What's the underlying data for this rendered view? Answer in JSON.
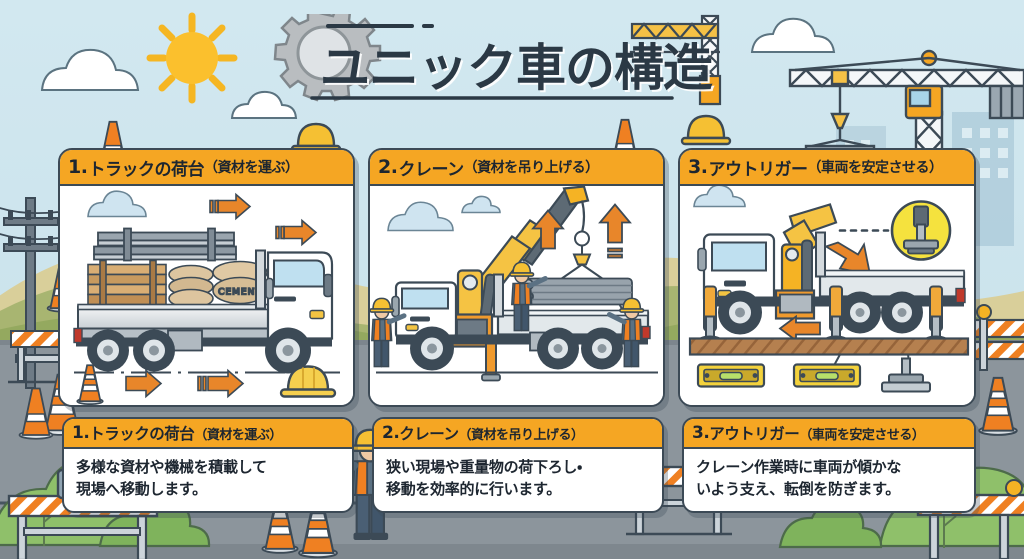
{
  "page": {
    "title": "ユニック車の構造",
    "bg_sky": "#cfe6ef",
    "bg_road": "#8c959c",
    "accent_orange": "#f5a623",
    "ink": "#3c4a56"
  },
  "header": {
    "title": "ユニック車の構造",
    "gear_icon": "gear-icon",
    "crane_icon": "tower-crane-icon"
  },
  "cards": [
    {
      "num": "1.",
      "title": "トラックの荷台",
      "paren": "（資材を運ぶ）",
      "art": "truck-with-cargo-bed",
      "cargo_label": "CEMENT"
    },
    {
      "num": "2.",
      "title": "クレーン",
      "paren": "（資材を吊り上げる）",
      "art": "crane-truck-lifting-pipes"
    },
    {
      "num": "3.",
      "title": "アウトリガー",
      "paren": "（車両を安定させる）",
      "art": "truck-with-outriggers"
    }
  ],
  "captions": [
    {
      "num": "1.",
      "title": "トラックの荷台",
      "paren": "（資材を運ぶ）",
      "line1": "多様な資材や機械を積載して",
      "line2": "現場へ移動します。"
    },
    {
      "num": "2.",
      "title": "クレーン",
      "paren": "（資材を吊り上げる）",
      "line1": "狭い現場や重量物の荷下ろし・",
      "line2": "移動を効率的に行います。"
    },
    {
      "num": "3.",
      "title": "アウトリガー",
      "paren": "（車両を安定させる）",
      "line1": "クレーン作業時に車両が傾かな",
      "line2": "いよう支え、転倒を防ぎます。"
    }
  ],
  "scenery": {
    "sun": "sun-icon",
    "clouds": "cloud-icon",
    "hills": "hill-shape",
    "utility_pole": "utility-pole-icon",
    "tower_crane": "tower-crane-icon",
    "buildings": "building-silhouette",
    "barricades": "road-barricade-icon",
    "cones": "traffic-cone-icon",
    "worker": "construction-worker-icon",
    "bushes": "bush-shape"
  }
}
